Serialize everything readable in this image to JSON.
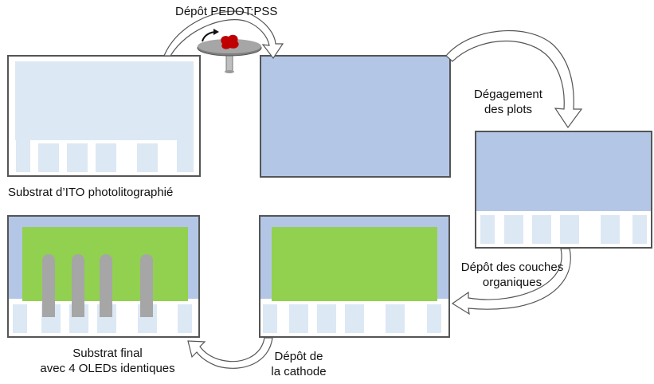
{
  "labels": {
    "pedot": "Dépôt PEDOT:PSS",
    "substrat_ito": "Substrat d’ITO photolitographié",
    "degagement_line1": "Dégagement",
    "degagement_line2": "des plots",
    "couches_line1": "Dépôt des couches",
    "couches_line2": "organiques",
    "cathode_line1": "Dépôt de",
    "cathode_line2": "la cathode",
    "final_line1": "Substrat final",
    "final_line2": "avec 4 OLEDs identiques"
  },
  "colors": {
    "ito": "#dde8f5",
    "pedot": "#b3c6e6",
    "organic": "#92d050",
    "cathode": "#a6a6a6",
    "frame": "#7f7f7f",
    "arrow_fill": "#ffffff",
    "arrow_stroke": "#555555",
    "droplet": "#c00000"
  }
}
